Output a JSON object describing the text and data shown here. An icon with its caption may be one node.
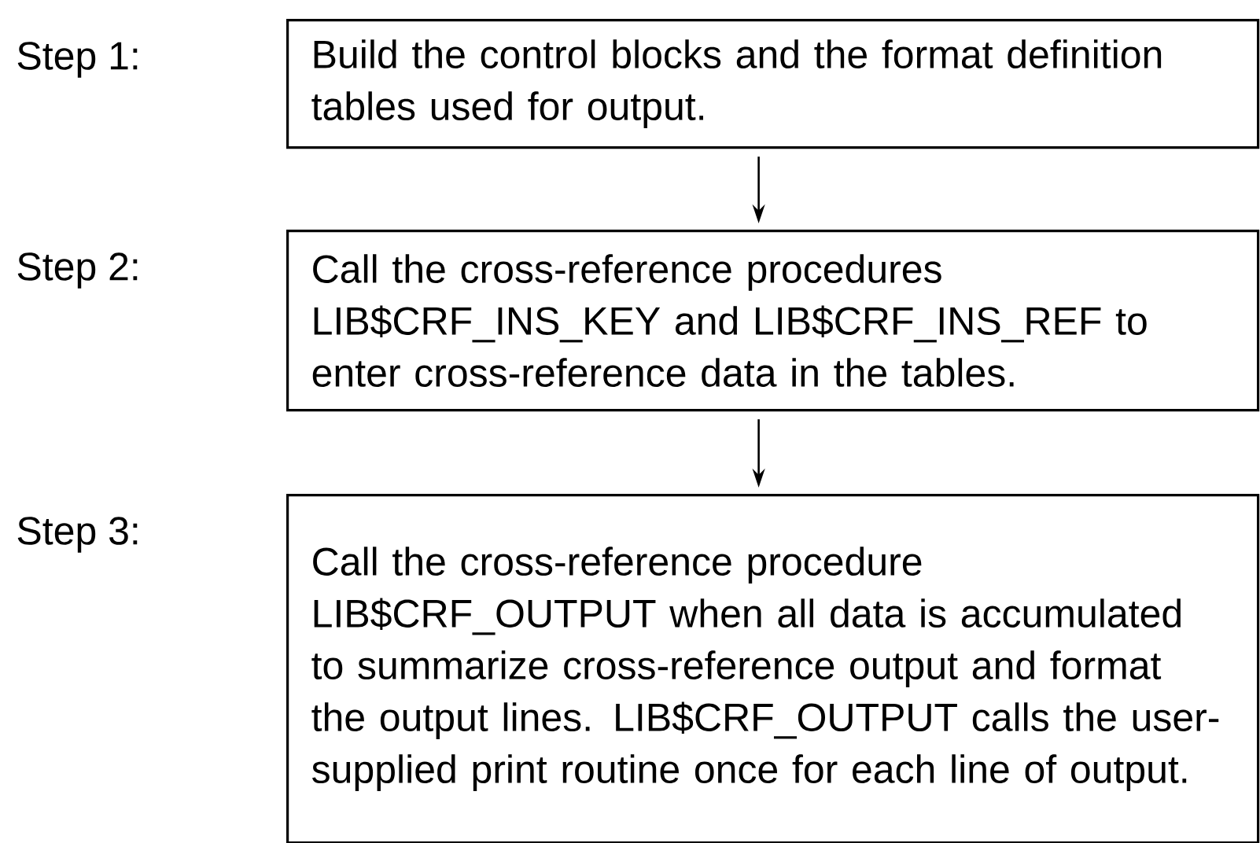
{
  "diagram": {
    "nodes": [
      {
        "text": [
          "Build the control blocks and the format definition tables used for output."
        ]
      },
      {
        "text": [
          "Call the cross-reference procedures LIB$CRF_INS_KEY and LIB$CRF_INS_REF to enter cross-reference data in the tables."
        ]
      },
      {
        "text": [
          "Call the cross-reference procedure LIB$CRF_OUTPUT when all data is accumulated to summarize cross-reference output and format the output lines. LIB$CRF_OUTPUT calls the user-supplied print routine once for each line of output."
        ]
      }
    ],
    "edges": [
      {
        "from": 0,
        "to": 1,
        "arrow": "to"
      },
      {
        "from": 1,
        "to": 2,
        "arrow": "to"
      }
    ],
    "labels": [
      "Step 1:",
      "Step 2:",
      "Step 3:"
    ]
  }
}
